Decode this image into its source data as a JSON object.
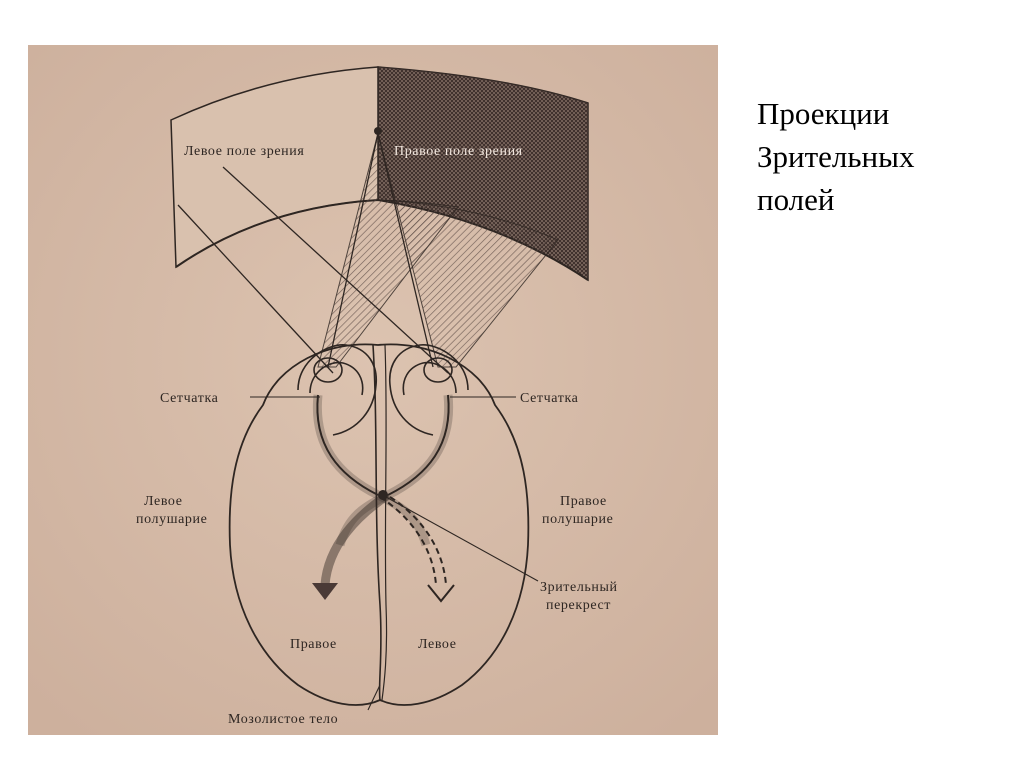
{
  "slide": {
    "title_lines": [
      "Проекции",
      "Зрительных",
      "полей"
    ]
  },
  "diagram": {
    "labels": {
      "left_visual_field": "Левое поле зрения",
      "right_visual_field": "Правое поле зрения",
      "retina_left": "Сетчатка",
      "retina_right": "Сетчатка",
      "left_hemisphere_line1": "Левое",
      "left_hemisphere_line2": "полушарие",
      "right_hemisphere_line1": "Правое",
      "right_hemisphere_line2": "полушарие",
      "optic_chiasm_line1": "Зрительный",
      "optic_chiasm_line2": "перекрест",
      "lower_right": "Правое",
      "lower_left": "Левое",
      "corpus_callosum": "Мозолистое тело"
    },
    "colors": {
      "paper": "#d3b8a6",
      "ink": "#2e2622",
      "dark_field": "#4a3a36"
    }
  }
}
